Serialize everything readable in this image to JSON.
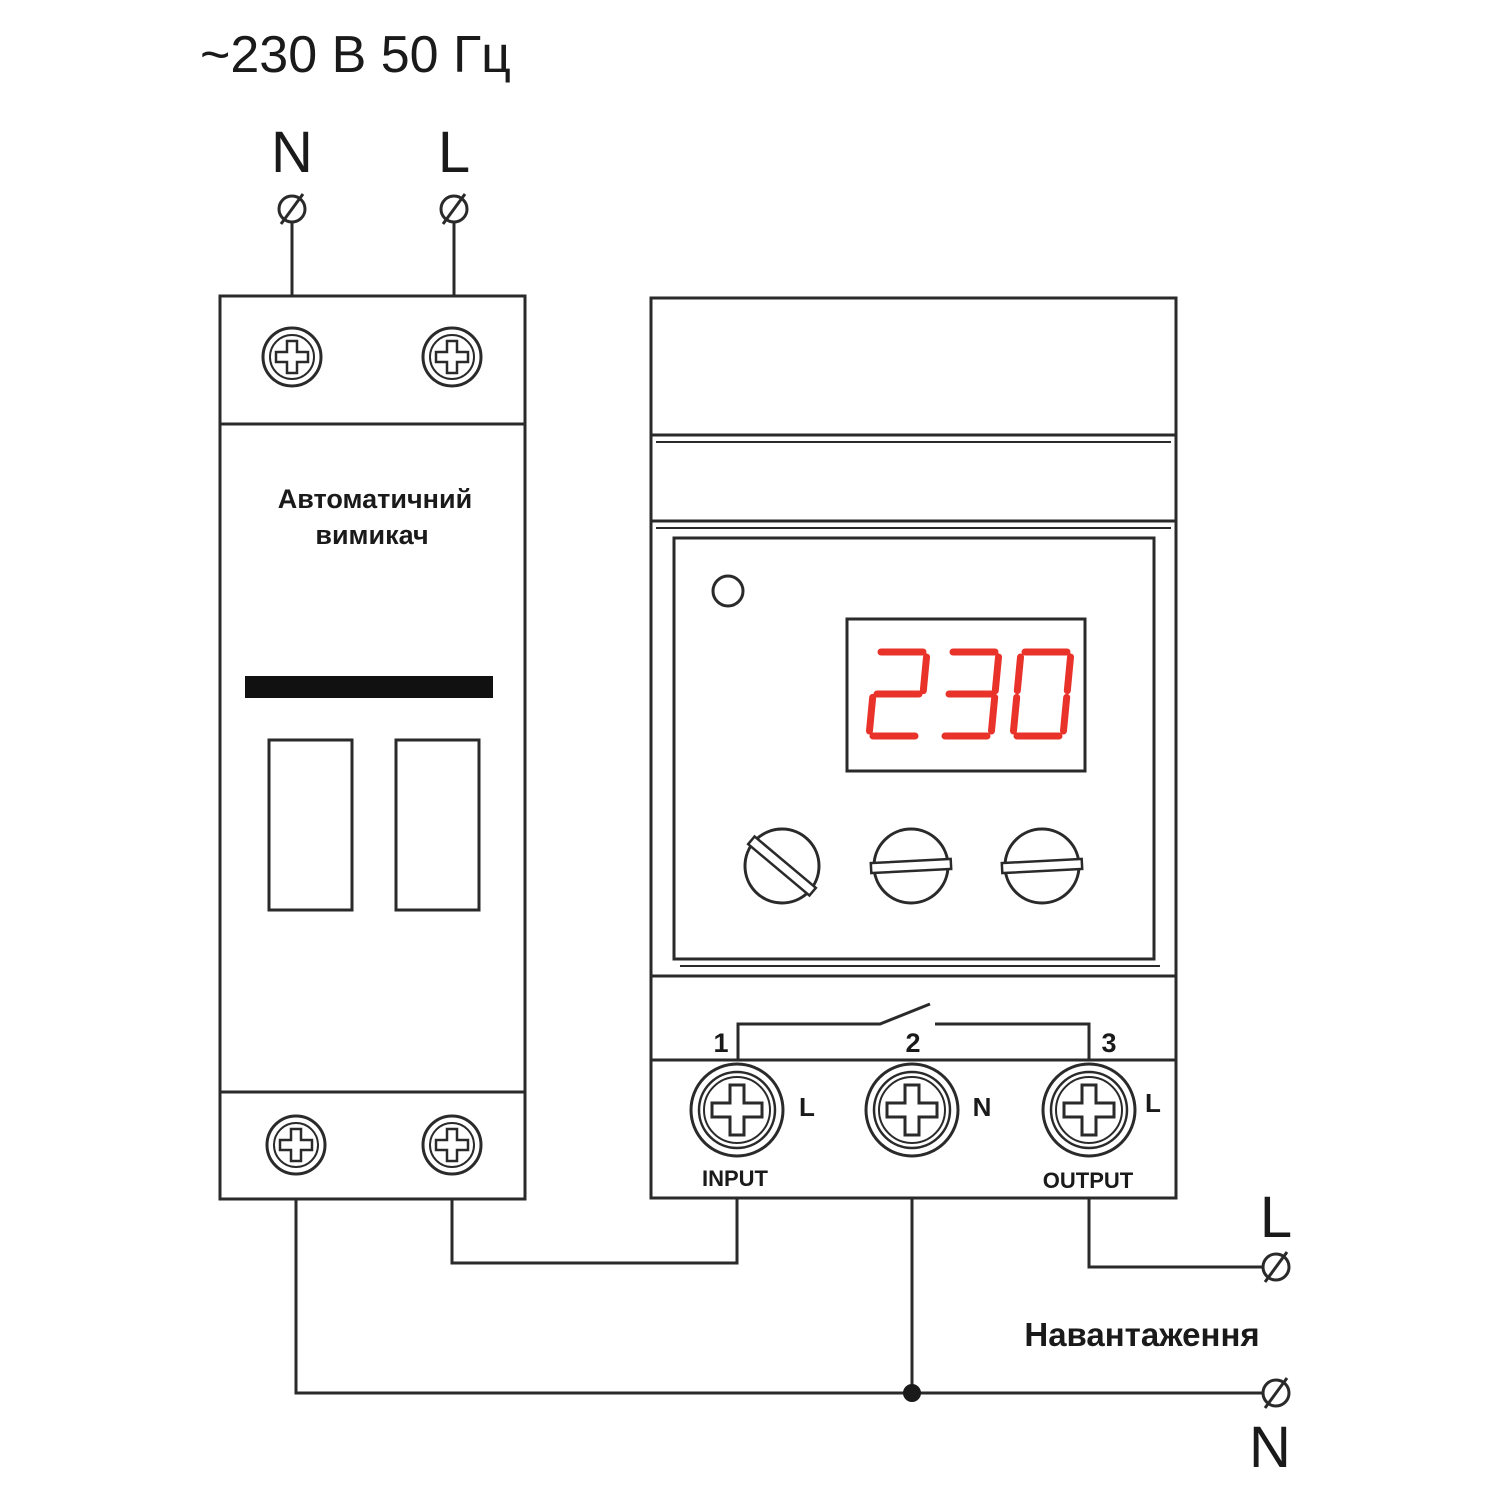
{
  "supply": {
    "label": "~230 В 50 Гц",
    "n_label": "N",
    "l_label": "L"
  },
  "breaker": {
    "label_line1": "Автоматичний",
    "label_line2": "вимикач"
  },
  "relay": {
    "display_value": "230",
    "display_color": "#e8322a",
    "contacts": {
      "c1": "1",
      "c2": "2",
      "c3": "3"
    },
    "terminal_labels": {
      "t1": "L",
      "t2": "N",
      "t3": "L"
    },
    "input_label": "INPUT",
    "output_label": "OUTPUT"
  },
  "load": {
    "label": "Навантаження",
    "l_label": "L",
    "n_label": "N"
  },
  "icons": {
    "terminal": "terminal-dot-icon",
    "screw": "phillips-screw-icon",
    "knob": "trim-knob-icon"
  }
}
